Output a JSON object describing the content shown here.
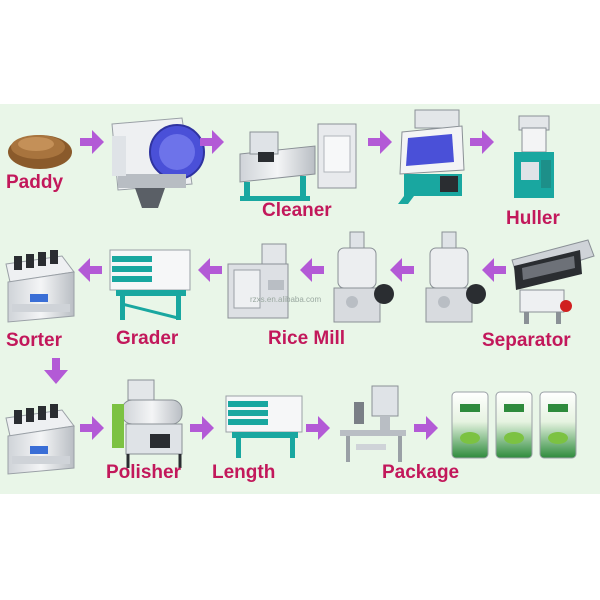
{
  "colors": {
    "background": "#e9f6e8",
    "label": "#c2185b",
    "arrow": "#b35ad6",
    "machine_teal": "#19a7a0",
    "machine_blue": "#4a50d8"
  },
  "steps": [
    {
      "label": "Paddy"
    },
    {
      "label": "Cleaner"
    },
    {
      "label": "Huller"
    },
    {
      "label": "Separator"
    },
    {
      "label": "Rice Mill"
    },
    {
      "label": "Grader"
    },
    {
      "label": "Sorter"
    },
    {
      "label": "Polisher"
    },
    {
      "label": "Length"
    },
    {
      "label": "Package"
    }
  ],
  "watermark": "rzxs.en.alibaba.com"
}
